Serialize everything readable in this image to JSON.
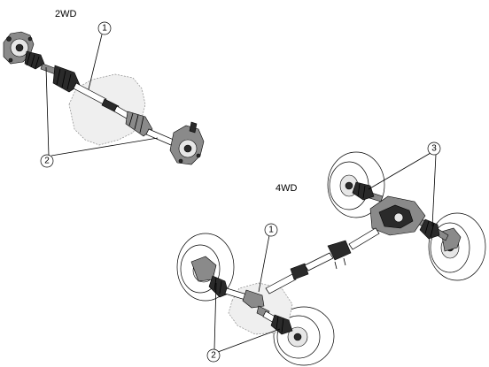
{
  "labels": {
    "section_2wd": "2WD",
    "section_4wd": "4WD"
  },
  "callouts": {
    "c2wd_1": "1",
    "c2wd_2": "2",
    "c4wd_1": "1",
    "c4wd_2": "2",
    "c4wd_3": "3"
  }
}
